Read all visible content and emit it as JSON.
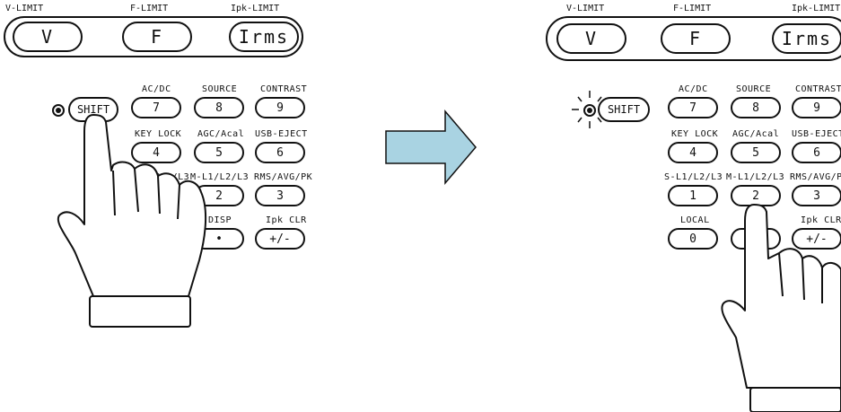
{
  "top_labels": [
    "V-LIMIT",
    "F-LIMIT",
    "Ipk-LIMIT"
  ],
  "big_keys": [
    "V",
    "F",
    "Irms"
  ],
  "shift_label": "SHIFT",
  "keys": [
    {
      "label": "AC/DC",
      "key": "7"
    },
    {
      "label": "SOURCE",
      "key": "8"
    },
    {
      "label": "CONTRAST",
      "key": "9"
    },
    {
      "label": "KEY LOCK",
      "key": "4"
    },
    {
      "label": "AGC/Acal",
      "key": "5"
    },
    {
      "label": "USB-EJECT",
      "key": "6"
    },
    {
      "label": "S-L1/L2/L3",
      "key": "1"
    },
    {
      "label": "M-L1/L2/L3",
      "key": "2"
    },
    {
      "label": "RMS/AVG/PK",
      "key": "3"
    },
    {
      "label": "LOCAL",
      "key": "0"
    },
    {
      "label": "DISP",
      "key": "•"
    },
    {
      "label": "Ipk CLR",
      "key": "+/-"
    }
  ],
  "colors": {
    "arrow_fill": "#a9d3e2",
    "line": "#111111"
  },
  "icons": [
    "hand-pointer-icon",
    "arrow-right-icon",
    "led-lit-icon"
  ]
}
